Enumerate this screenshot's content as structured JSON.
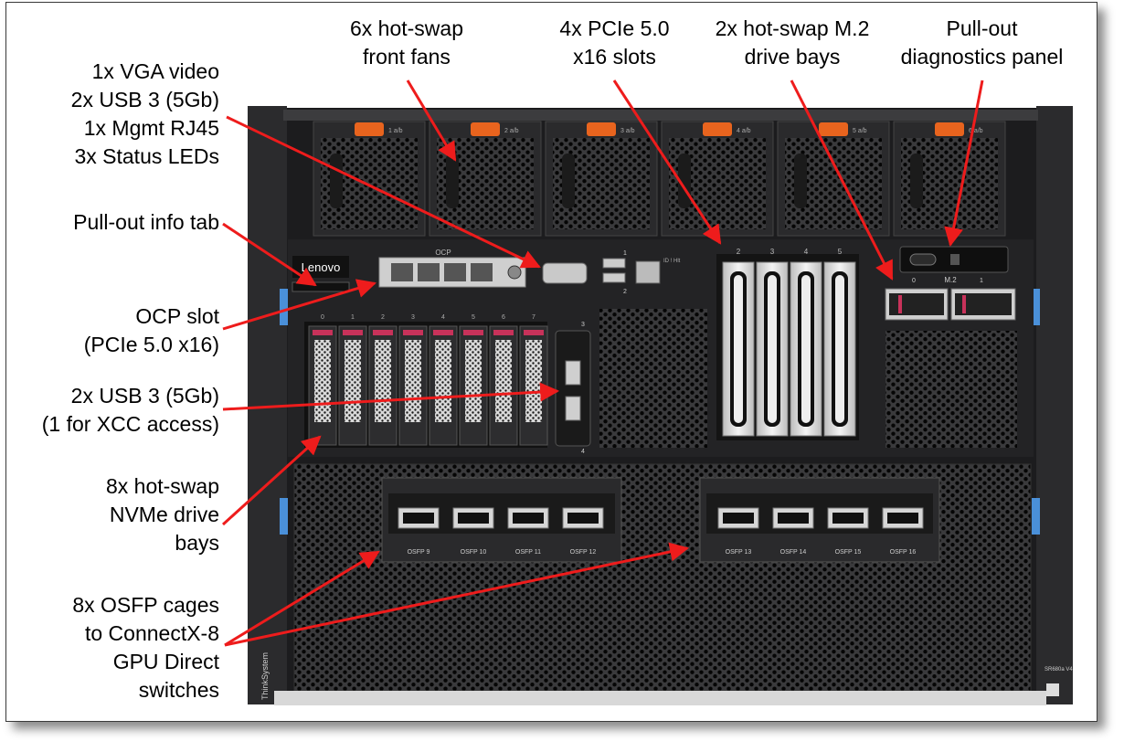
{
  "callouts": {
    "fans": [
      "6x hot-swap",
      "front fans"
    ],
    "pcie": [
      "4x PCIe 5.0",
      "x16 slots"
    ],
    "m2": [
      "2x hot-swap M.2",
      "drive bays"
    ],
    "diag": [
      "Pull-out",
      "diagnostics panel"
    ],
    "vga": [
      "1x VGA video",
      "2x USB 3 (5Gb)",
      "1x Mgmt RJ45",
      "3x Status LEDs"
    ],
    "infotab": [
      "Pull-out info tab"
    ],
    "ocp": [
      "OCP slot",
      "(PCIe 5.0 x16)"
    ],
    "usb": [
      "2x USB 3 (5Gb)",
      "(1 for XCC access)"
    ],
    "nvme": [
      "8x hot-swap",
      "NVMe drive",
      "bays"
    ],
    "osfp": [
      "8x OSFP cages",
      "to ConnectX-8",
      "GPU Direct",
      "switches"
    ]
  },
  "server": {
    "brand": "Lenovo",
    "side_brand": "ThinkSystem",
    "model": "SR680a V4",
    "fan_labels": [
      "1 a/b",
      "2 a/b",
      "3 a/b",
      "4 a/b",
      "5 a/b",
      "6 a/b"
    ],
    "ocp_label": "OCP",
    "drive_numbers": [
      "0",
      "1",
      "2",
      "3",
      "4",
      "5",
      "6",
      "7"
    ],
    "pcie_numbers": [
      "2",
      "3",
      "4",
      "5"
    ],
    "m2_label": "M.2",
    "m2_numbers": [
      "0",
      "1"
    ],
    "usb_top_labels": [
      "1",
      "2"
    ],
    "usb_front_labels": [
      "3",
      "4"
    ],
    "osfp_labels": [
      "OSFP 9",
      "OSFP 10",
      "OSFP 11",
      "OSFP 12",
      "OSFP 13",
      "OSFP 14",
      "OSFP 15",
      "OSFP 16"
    ],
    "led_label": "ID ! Hlt"
  },
  "colors": {
    "chassis": "#1c1c1e",
    "panel": "#2a2a2c",
    "mesh": "#0b0b0c",
    "orange": "#e8641e",
    "arrow": "#ee1c1c",
    "blue": "#4a90d9"
  }
}
